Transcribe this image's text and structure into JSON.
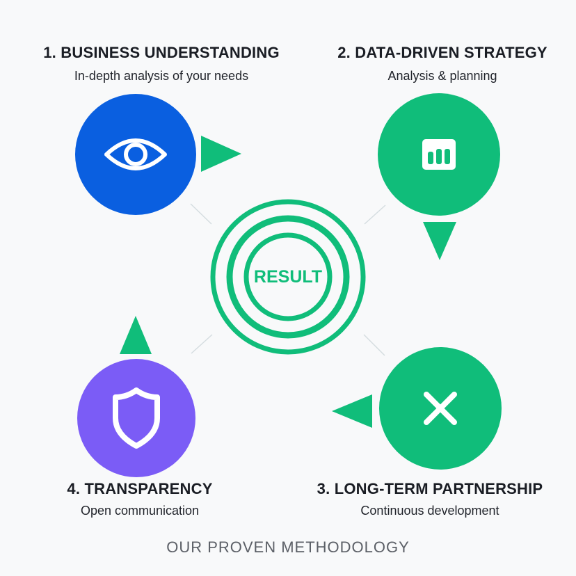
{
  "colors": {
    "blue": "#0a5fe0",
    "green": "#10bd7a",
    "purple": "#7b5cf6",
    "title_text": "#1a1d24",
    "footer_text": "#5b5f66",
    "connector": "#d5dde0",
    "background": "#f8f9fa"
  },
  "steps": [
    {
      "number": "1",
      "title": "1. BUSINESS UNDERSTANDING",
      "subtitle": "In-depth analysis of your needs",
      "icon": "eye-icon",
      "color": "blue",
      "arrow": "right"
    },
    {
      "number": "2",
      "title": "2. DATA-DRIVEN STRATEGY",
      "subtitle": "Analysis & planning",
      "icon": "bar-chart-icon",
      "color": "green",
      "arrow": "down"
    },
    {
      "number": "3",
      "title": "3. LONG-TERM PARTNERSHIP",
      "subtitle": "Continuous development",
      "icon": "close-x-icon",
      "color": "green",
      "arrow": "left"
    },
    {
      "number": "4",
      "title": "4. TRANSPARENCY",
      "subtitle": "Open communication",
      "icon": "shield-icon",
      "color": "purple",
      "arrow": "up"
    }
  ],
  "center": {
    "label": "RESULT",
    "icon": "target-rings-icon"
  },
  "footer": {
    "label": "OUR PROVEN METHODOLOGY"
  }
}
